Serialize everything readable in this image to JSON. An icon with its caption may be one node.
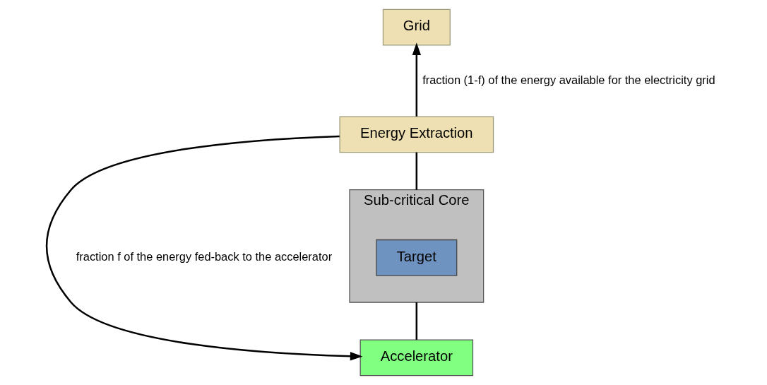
{
  "diagram": {
    "nodes": [
      {
        "text": [
          "Grid"
        ]
      },
      {
        "text": [
          "Energy Extraction"
        ]
      },
      {
        "text": [
          "Accelerator"
        ]
      },
      {
        "text": [
          "Sub-critical Core"
        ]
      },
      {
        "text": [
          "Target"
        ],
        "in": 3
      }
    ],
    "edges": [
      {
        "from": 3,
        "to": 1,
        "arrow": "none"
      },
      {
        "from": 1,
        "to": 0,
        "arrow": "to",
        "label": "fraction (1-f) of the energy available for the electricity grid"
      },
      {
        "from": 1,
        "to": 2,
        "arrow": "to",
        "label": "fraction f of the energy fed-back to the accelerator"
      },
      {
        "from": 2,
        "to": 3,
        "arrow": "none"
      }
    ]
  }
}
